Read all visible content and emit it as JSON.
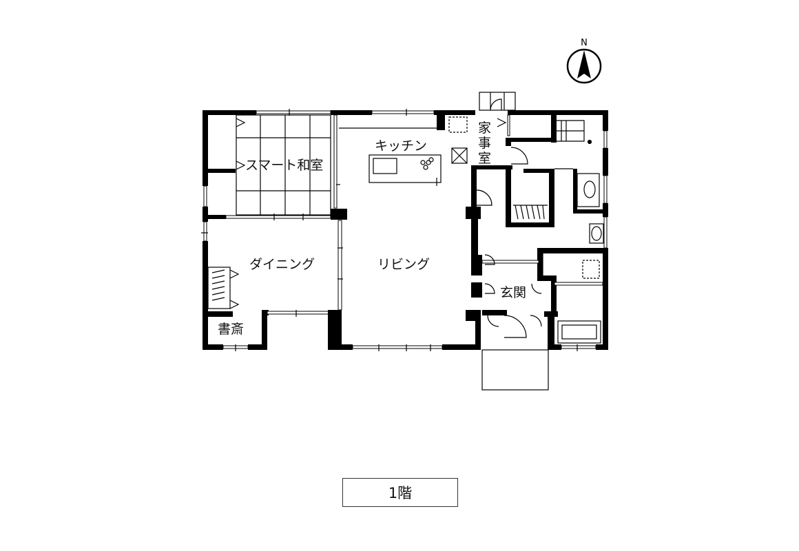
{
  "compass": {
    "label": "N"
  },
  "rooms": {
    "smart_washitsu": "スマート和室",
    "kitchen": "キッチン",
    "kajishitsu_1": "家",
    "kajishitsu_2": "事",
    "kajishitsu_3": "室",
    "dining": "ダイニング",
    "living": "リビング",
    "study": "書斎",
    "entrance": "玄関"
  },
  "floor_label": "1階"
}
